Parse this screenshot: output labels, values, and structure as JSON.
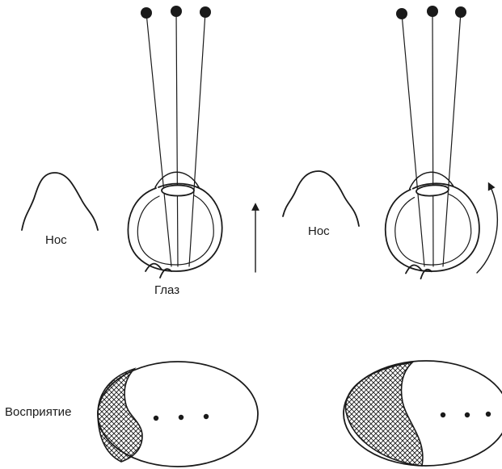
{
  "labels": {
    "nose_left": "Нос",
    "nose_right": "Нос",
    "eye": "Глаз",
    "perception": "Восприятие"
  },
  "colors": {
    "ink": "#1a1a1a",
    "background": "#ffffff"
  },
  "panels": {
    "left": {
      "source_dots": 3,
      "perceived_dots": 3,
      "movement_indicator": "straight-up-arrow"
    },
    "right": {
      "source_dots": 3,
      "perceived_dots": 3,
      "movement_indicator": "curved-arrow"
    }
  }
}
